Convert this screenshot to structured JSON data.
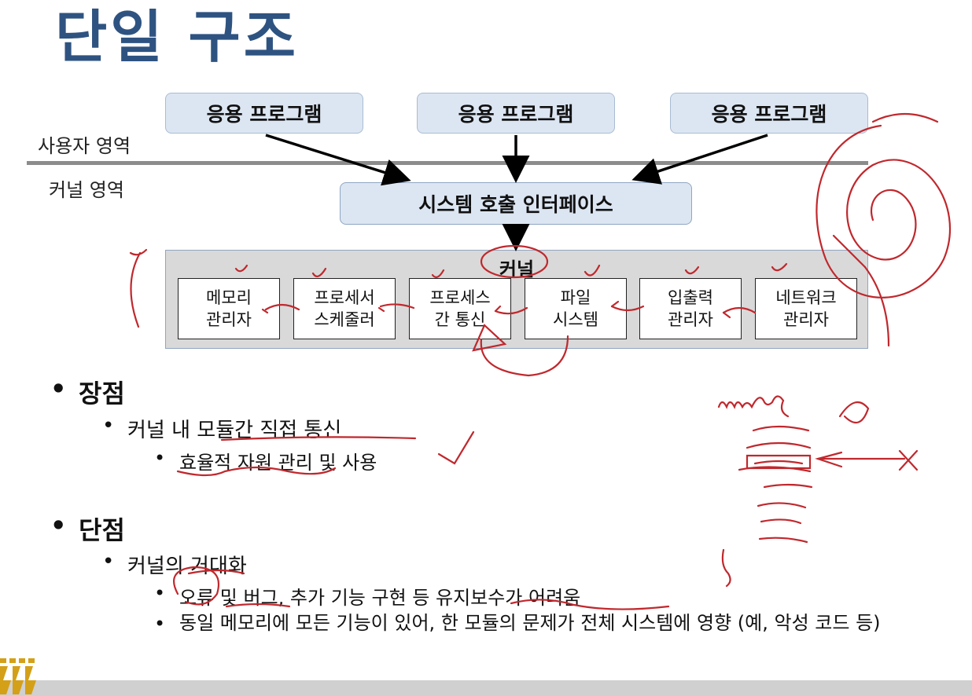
{
  "title": "단일 구조",
  "apps": [
    "응용 프로그램",
    "응용 프로그램",
    "응용 프로그램"
  ],
  "user_region": "사용자 영역",
  "kernel_region": "커널 영역",
  "syscall": "시스템 호출 인터페이스",
  "kernel": "커널",
  "modules": [
    "메모리\n관리자",
    "프로세서\n스케줄러",
    "프로세스\n간 통신",
    "파일\n시스템",
    "입출력\n관리자",
    "네트워크\n관리자"
  ],
  "bullets": {
    "pros": {
      "heading": "장점",
      "sub": "커널 내 모듈간 직접 통신",
      "detail": "효율적 자원 관리 및 사용"
    },
    "cons": {
      "heading": "단점",
      "sub": "커널의 거대화",
      "detail1": "오류 및 버그, 추가 기능 구현 등 유지보수가 어려움",
      "detail2": "동일 메모리에 모든 기능이 있어, 한 모듈의 문제가 전체 시스템에 영향 (예, 악성 코드 등)"
    }
  },
  "colors": {
    "title": "#2e5381",
    "box": "#dce6f2",
    "kernel_bg": "#d9d9d9",
    "ink": "#c0282d",
    "logo": "#d4a017"
  }
}
